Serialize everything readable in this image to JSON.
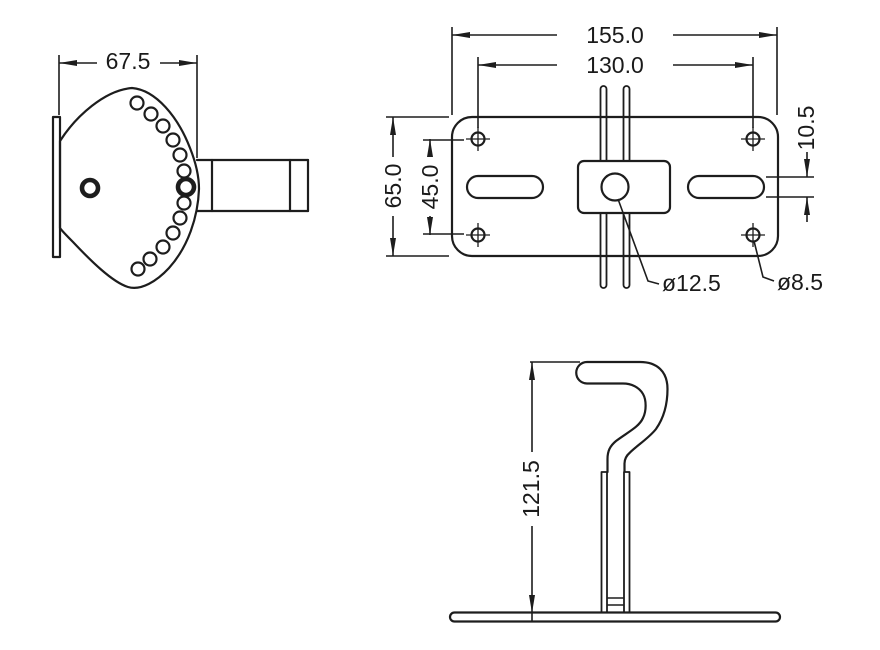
{
  "page": {
    "background": "#ffffff"
  },
  "drawing": {
    "line_color": "#1d1d1d",
    "views": {
      "side": {
        "dims": {
          "width": "67.5"
        }
      },
      "plan": {
        "dims": {
          "overall_width": "155.0",
          "hole_spacing_h": "130.0",
          "overall_depth": "65.0",
          "hole_spacing_v": "45.0",
          "slot_width": "10.5",
          "center_hole_dia": "ø12.5",
          "corner_hole_dia": "ø8.5"
        }
      },
      "front": {
        "dims": {
          "overall_height": "121.5"
        }
      }
    }
  }
}
